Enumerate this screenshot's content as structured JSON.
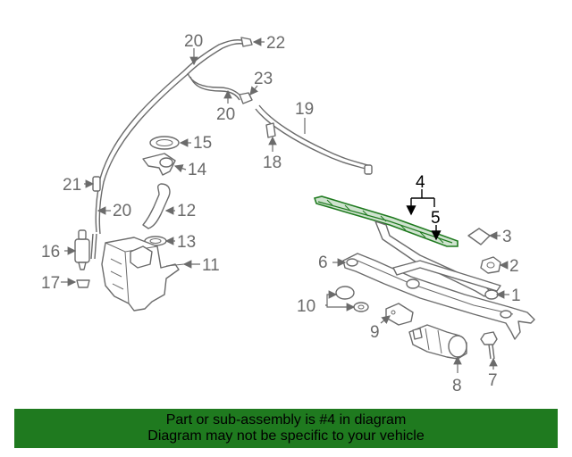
{
  "callouts": {
    "c1": "1",
    "c2": "2",
    "c3": "3",
    "c4": "4",
    "c5": "5",
    "c6": "6",
    "c7": "7",
    "c8": "8",
    "c9": "9",
    "c10": "10",
    "c11": "11",
    "c12": "12",
    "c13": "13",
    "c14": "14",
    "c15": "15",
    "c16": "16",
    "c17": "17",
    "c18": "18",
    "c19": "19",
    "c20a": "20",
    "c20b": "20",
    "c20c": "20",
    "c21": "21",
    "c22": "22",
    "c23": "23"
  },
  "banner": {
    "line1": "Part or sub-assembly is #4 in diagram",
    "line2": "Diagram may not be specific to your vehicle"
  },
  "colors": {
    "highlight": "#1f7a1f",
    "banner_bg": "#1f7a1f",
    "part_stroke": "#6b6b6b"
  }
}
